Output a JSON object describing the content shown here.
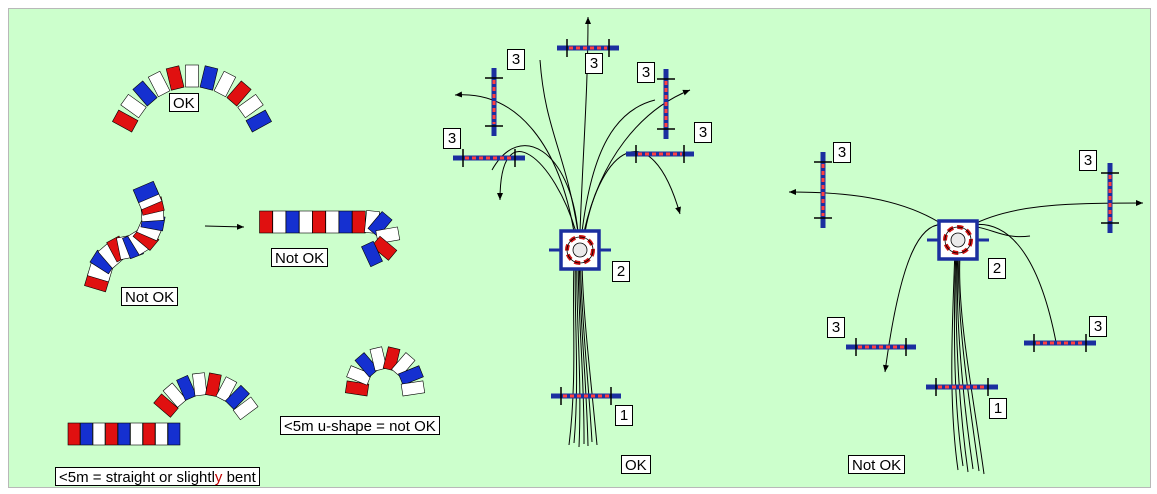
{
  "colors": {
    "background": "#ccffcc",
    "tube_red": "#e01010",
    "tube_blue": "#1530d0",
    "tube_white": "#ffffff",
    "line": "#000000",
    "gate_bar": "#1b2f9f"
  },
  "left_panel": {
    "ok_label": "OK",
    "not_ok_snake_label": "Not OK",
    "not_ok_hook_label": "Not OK",
    "u_shape_label": "<5m u-shape = not OK",
    "straight_label": {
      "part1": "<5m = straight or slightl",
      "highlight": "y",
      "part2": " bent"
    }
  },
  "middle_diagram": {
    "caption": "OK",
    "gate_labels": [
      "3",
      "3",
      "3",
      "3",
      "3"
    ],
    "centre_label": "2",
    "start_label": "1"
  },
  "right_diagram": {
    "caption": "Not OK",
    "gate_labels": [
      "3",
      "3",
      "3",
      "3"
    ],
    "centre_label": "2",
    "start_label": "1"
  }
}
